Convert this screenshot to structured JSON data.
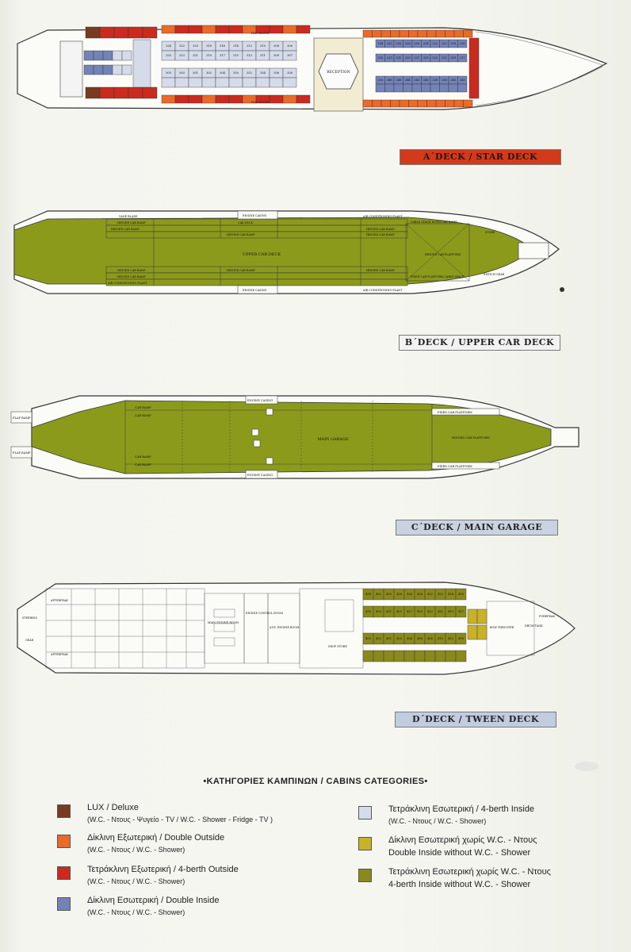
{
  "decks": {
    "a": {
      "label": "A΄DECK / STAR DECK"
    },
    "b": {
      "label": "B΄DECK / UPPER CAR DECK"
    },
    "c": {
      "label": "C΄DECK / MAIN GARAGE"
    },
    "d": {
      "label": "D΄DECK / TWEEN DECK"
    }
  },
  "deck_a_rooms": {
    "reception": "RECEPTION",
    "fan_room_top": "FAN ROOM",
    "fan_room_bottom": "FAN ROOM",
    "cabins_blue_top": [
      "234",
      "232",
      "230",
      "228",
      "226",
      "224",
      "222",
      "220",
      "218",
      "216"
    ],
    "cabins_blue_mid": [
      "235",
      "233",
      "231",
      "229",
      "227",
      "225",
      "223",
      "221",
      "219",
      "217"
    ],
    "cabins_blue_low": [
      "250",
      "248",
      "246",
      "244",
      "242",
      "240",
      "238",
      "236",
      "245",
      "243"
    ],
    "cabins_grey_top": [
      "324",
      "322",
      "320",
      "318",
      "316",
      "314",
      "312",
      "310",
      "308",
      "306"
    ],
    "cabins_grey_mid": [
      "325",
      "323",
      "321",
      "319",
      "317",
      "315",
      "313",
      "311",
      "309",
      "307"
    ],
    "cabins_grey_low": [
      "305",
      "303",
      "301",
      "302",
      "304",
      "350",
      "352",
      "354",
      "356",
      "358"
    ]
  },
  "deck_b_rooms": {
    "main": "UPPER CAR DECK",
    "engine_casing_top": "ENGINE CASING",
    "engine_casing_bottom": "ENGINE CASING",
    "ac_top": "AIR CONDITIONING PLANT",
    "ac_bottom": "AIR CONDITIONING PLANT",
    "ac_left": "AIR CONDITIONING PLANT",
    "car_deck": "CAR DECK",
    "car_ramp_1": "HINGED CAR RAMP",
    "car_ramp_2": "HINGED CAR RAMP",
    "car_ramp_3": "HINGED CAR RAMP",
    "car_ramp_4": "HINGED CAR RAMP",
    "car_ramp_5": "HINGED CAR RAMP",
    "car_ramp_6": "HINGED CAR RAMP",
    "car_ramp_7": "HINGED CAR RAMP",
    "car_ramp_8": "HINGED CAR RAMP",
    "car_ramp_9": "HINGED CAR RAMP",
    "car_platform": "HINGED CAR PLATFORM",
    "fixed_platform": "FIXED CAR PLATFORM CABLE SPACE",
    "cable_stage": "CABLE STAGE ROOM CAR RAMP",
    "store": "STORE",
    "switch_gear": "SWITCH GEAR",
    "vane_blade": "VANE BLADE"
  },
  "deck_c_rooms": {
    "main": "MAIN GARAGE",
    "car_ramp_1": "CAR RAMP",
    "car_ramp_2": "CAR RAMP",
    "car_ramp_3": "CAR RAMP",
    "car_ramp_4": "CAR RAMP",
    "engine_casing_top": "ENGINE CASING",
    "engine_casing_bottom": "ENGINE CASING",
    "fixed_platform_top": "FIXED CAR PLATFORM",
    "fixed_platform_bottom": "FIXED CAR PLATFORM",
    "hinged_platform": "HINGED CAR PLATFORM",
    "flap_ramp_top": "FLAP RAMP",
    "flap_ramp_bottom": "FLAP RAMP"
  },
  "deck_d_rooms": {
    "afterpeak_top": "AFTERPEAK",
    "afterpeak_bottom": "AFTERPEAK",
    "steering": "STEERING",
    "gear": "GEAR",
    "main_engine_room": "MAIN ENGINE ROOM",
    "engine_control": "ENGINE CONTROL ROOM",
    "aux_engine_room": "AUX. ENGINE ROOM",
    "bay_thruster": "BOW THRUSTER",
    "drum_tank": "DRUM TANK",
    "forepeak": "FOREPEAK",
    "shop_store": "SHOP STORE",
    "cabins_top": [
      "434",
      "432",
      "430",
      "428",
      "426",
      "424",
      "422",
      "420",
      "418",
      "416"
    ],
    "cabins_mid": [
      "435",
      "433",
      "431",
      "429",
      "427",
      "425",
      "423",
      "421",
      "419",
      "417"
    ],
    "cabins_low": [
      "405",
      "403",
      "401",
      "402",
      "404",
      "406",
      "408",
      "410",
      "412",
      "414"
    ]
  },
  "legend": {
    "title": "•ΚΑΤΗΓΟΡΙΕΣ ΚΑΜΠΙΝΩΝ / CABINS CATEGORIES•",
    "items": [
      {
        "line1": "LUX / Deluxe",
        "line2": "(W.C. - Ντους - Ψυγείο - TV / W.C. - Shower - Fridge - TV )",
        "color": "#7a3a1f"
      },
      {
        "line1": "Δίκλινη Εξωτερική / Double Outside",
        "line2": "(W.C. - Ντους / W.C. - Shower)",
        "color": "#ea6a2a"
      },
      {
        "line1": "Τετράκλινη Εξωτερική / 4-berth Outside",
        "line2": "(W.C. - Ντους / W.C. - Shower)",
        "color": "#c92b1e"
      },
      {
        "line1": "Δίκλινη Εσωτερική / Double Inside",
        "line2": "(W.C. - Ντους / W.C. - Shower)",
        "color": "#7383b8"
      },
      {
        "line1": "Τετράκλινη Εσωτερική / 4-berth Inside",
        "line2": "(W.C. - Ντους / W.C. - Shower)",
        "color": "#d6dbea"
      },
      {
        "line1": "Δίκλινη Εσωτερική χωρίς W.C. - Ντους",
        "line2": "Double Inside without W.C. - Shower",
        "color": "#c9b22a"
      },
      {
        "line1": "Τετράκλινη Εσωτερική χωρίς W.C. - Ντους",
        "line2": "4-berth Inside without W.C. - Shower",
        "color": "#8a8a1c"
      }
    ]
  },
  "colors": {
    "deck_olive": "#8c9a1c",
    "red_outside": "#c92b1e",
    "orange_outside": "#ea6a2a",
    "blue_inside": "#7383b8",
    "grey_inside": "#d6dbea",
    "olive_inside": "#8a8a1c",
    "label_red": "#d23a1c"
  }
}
